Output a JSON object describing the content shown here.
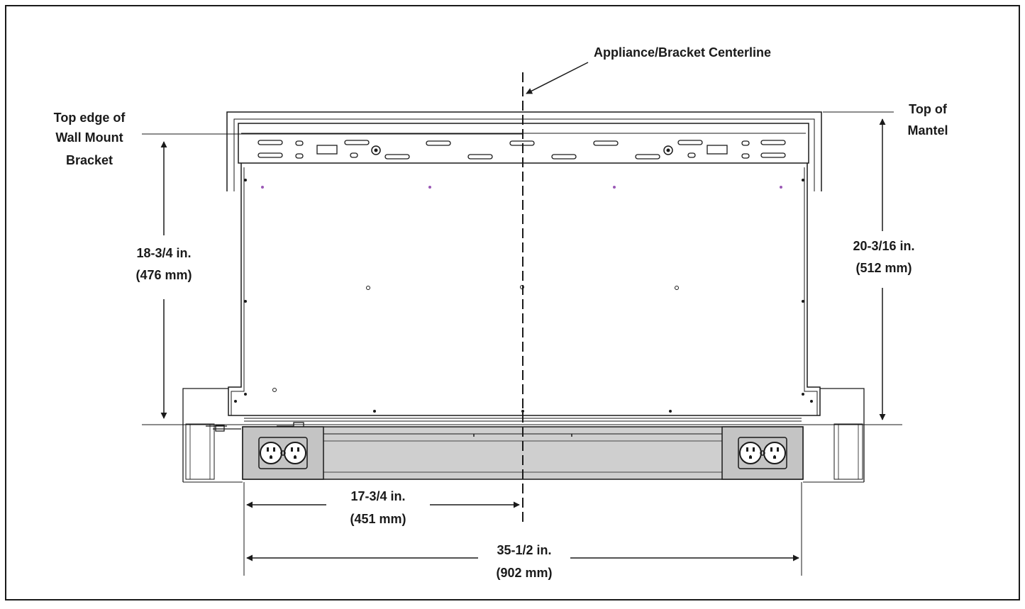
{
  "labels": {
    "centerline": "Appliance/Bracket Centerline",
    "bracket_top": [
      "Top edge of",
      "Wall Mount",
      "Bracket"
    ],
    "mantel_top": [
      "Top of",
      "Mantel"
    ]
  },
  "dimensions": {
    "bracket_height": {
      "imperial": "18-3/4 in.",
      "metric": "(476 mm)"
    },
    "mantel_height": {
      "imperial": "20-3/16 in.",
      "metric": "(512 mm)"
    },
    "half_width": {
      "imperial": "17-3/4 in.",
      "metric": "(451 mm)"
    },
    "full_width": {
      "imperial": "35-1/2 in.",
      "metric": "(902 mm)"
    }
  },
  "colors": {
    "line": "#1a1a1a",
    "panel_fill": "#cfcfcf",
    "outlet_fill": "#c4c4c4",
    "screw_accent": "#9b59b6"
  }
}
